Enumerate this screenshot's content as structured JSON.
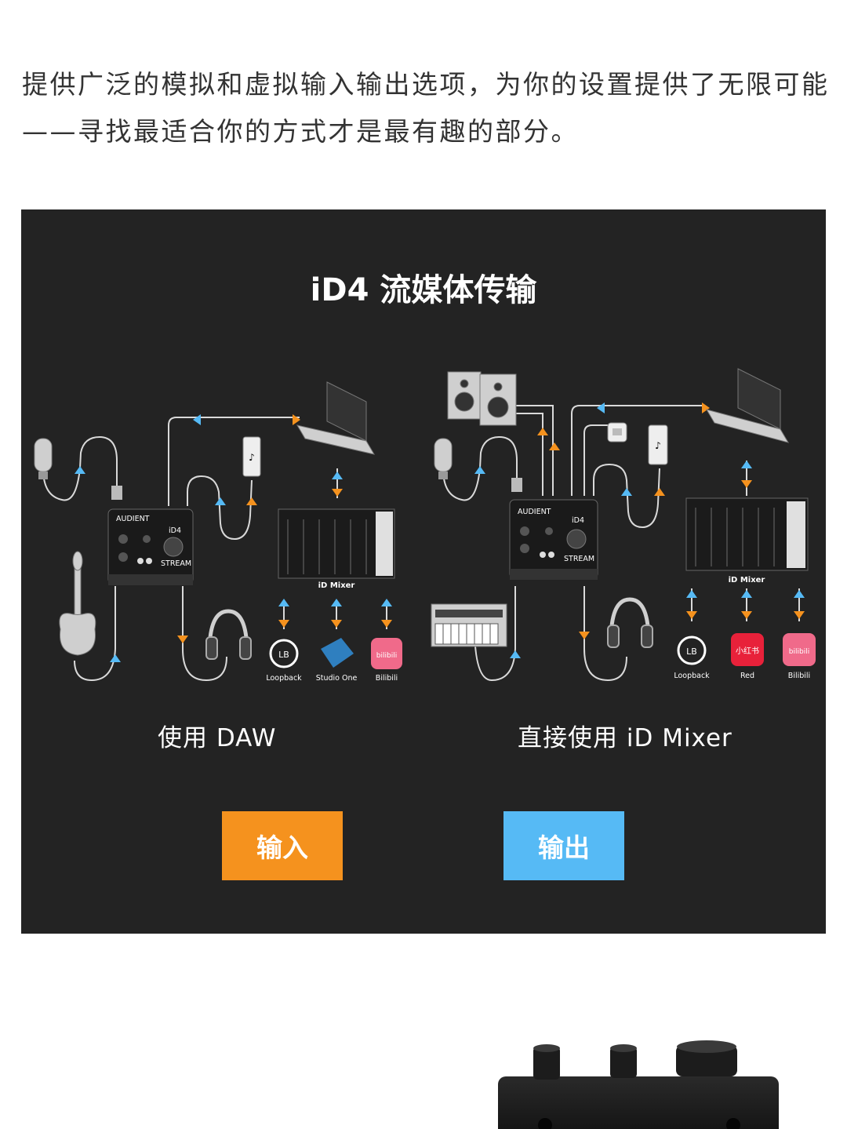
{
  "intro_text": "提供广泛的模拟和虚拟输入输出选项，为你的设置提供了无限可能——寻找最适合你的方式才是最有趣的部分。",
  "panel": {
    "title": "iD4 流媒体传输",
    "modes": [
      {
        "label": "使用 DAW"
      },
      {
        "label": "直接使用 iD Mixer"
      }
    ],
    "legend": [
      {
        "label": "输入",
        "color": "#f5921e"
      },
      {
        "label": "输出",
        "color": "#56baf5"
      }
    ],
    "left_diagram": {
      "mixer_label": "iD Mixer",
      "apps": [
        "Loopback",
        "Studio One",
        "Bilibili"
      ],
      "device_brand": "AUDIENT",
      "device_model": "iD4",
      "device_badge": "STREAM"
    },
    "right_diagram": {
      "mixer_label": "iD Mixer",
      "apps": [
        "Loopback",
        "Red",
        "Bilibili"
      ],
      "device_brand": "AUDIENT",
      "device_model": "iD4",
      "device_badge": "STREAM"
    },
    "app_badges": {
      "loopback": "LB",
      "bilibili": "bilibili",
      "red": "小红书"
    }
  },
  "colors": {
    "panel_bg": "#232323",
    "input_arrow": "#f5921e",
    "output_arrow": "#56baf5",
    "cable": "#d9d9d9"
  }
}
